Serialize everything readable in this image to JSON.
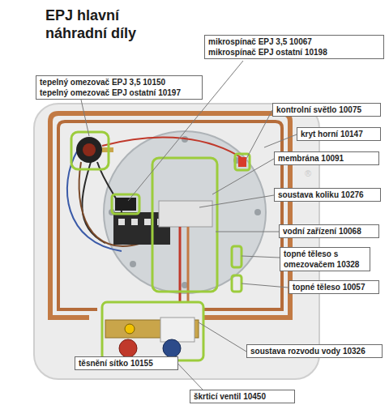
{
  "diagram": {
    "title": "EPJ hlavní náhradní díly",
    "nodes": [
      {
        "text": [
          "mikrospínač EPJ 3,5 10067",
          "mikrospínač EPJ ostatní 10198"
        ]
      },
      {
        "text": [
          "tepelný omezovač EPJ 3,5 10150",
          "tepelný omezovač EPJ ostatní 10197"
        ]
      },
      {
        "text": [
          "kontrolní světlo 10075"
        ]
      },
      {
        "text": [
          "kryt horní 10147"
        ]
      },
      {
        "text": [
          "membrána 10091"
        ]
      },
      {
        "text": [
          "soustava koliku 10276"
        ]
      },
      {
        "text": [
          "vodní zařízení 10068"
        ]
      },
      {
        "text": [
          "topné těleso s omezovačem 10328"
        ]
      },
      {
        "text": [
          "topné těleso 10057"
        ]
      },
      {
        "text": [
          "soustava rozvodu vody 10326"
        ]
      },
      {
        "text": [
          "těsnění sítko 10155"
        ]
      },
      {
        "text": [
          "škrticí ventil 10450"
        ]
      }
    ],
    "labels": [
      "®"
    ]
  }
}
